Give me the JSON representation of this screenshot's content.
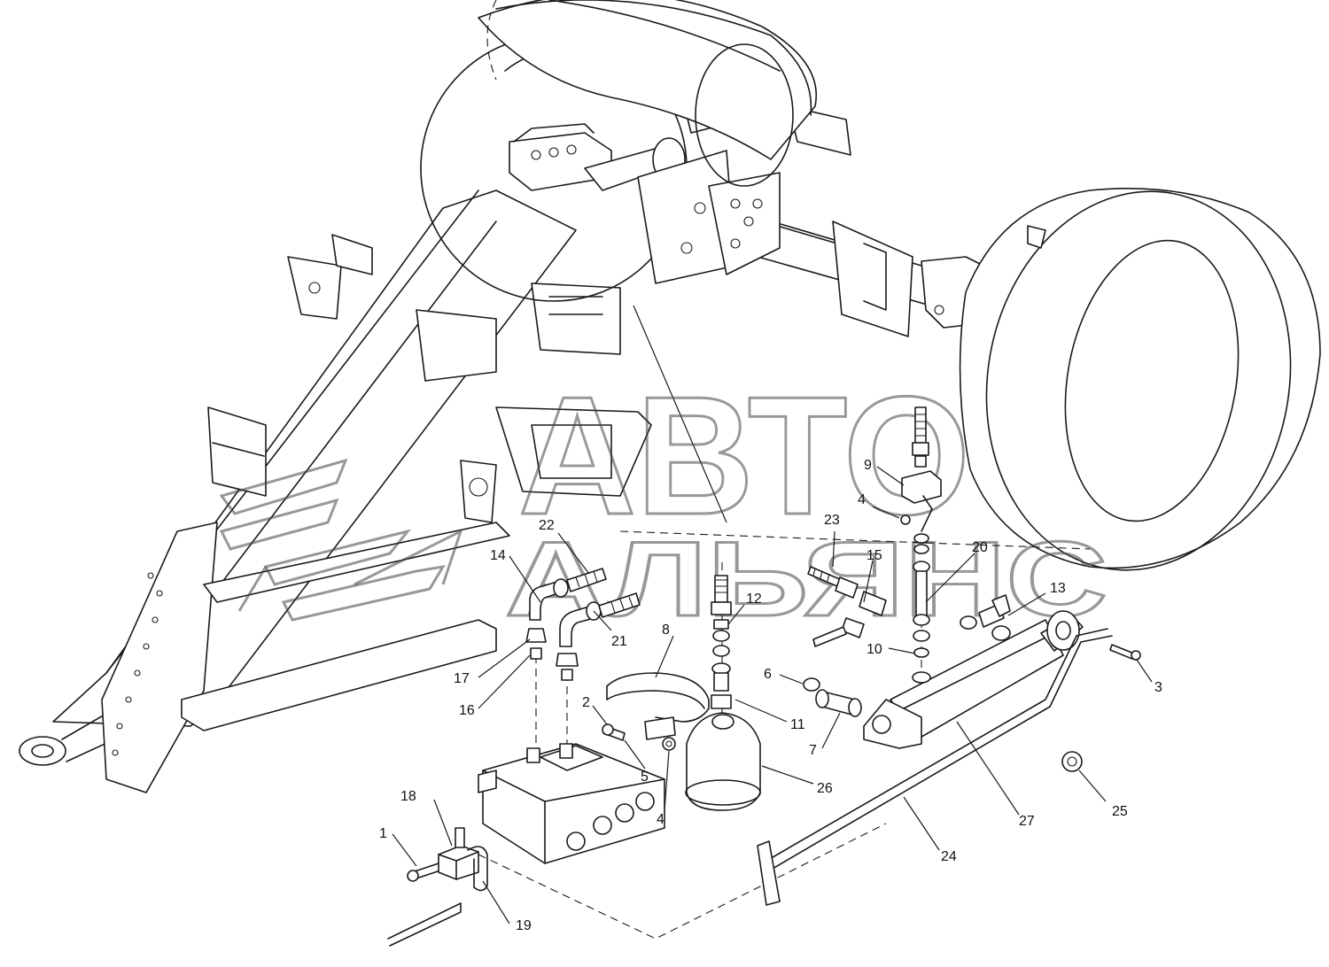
{
  "watermark": {
    "line1": "АВТО",
    "line2": "АЛЬЯНС"
  },
  "callouts": [
    {
      "id": "c1",
      "text": "1"
    },
    {
      "id": "c2",
      "text": "2"
    },
    {
      "id": "c3",
      "text": "3"
    },
    {
      "id": "c4a",
      "text": "4"
    },
    {
      "id": "c4b",
      "text": "4"
    },
    {
      "id": "c5",
      "text": "5"
    },
    {
      "id": "c6",
      "text": "6"
    },
    {
      "id": "c7",
      "text": "7"
    },
    {
      "id": "c8",
      "text": "8"
    },
    {
      "id": "c9",
      "text": "9"
    },
    {
      "id": "c10",
      "text": "10"
    },
    {
      "id": "c11",
      "text": "11"
    },
    {
      "id": "c12",
      "text": "12"
    },
    {
      "id": "c13",
      "text": "13"
    },
    {
      "id": "c14",
      "text": "14"
    },
    {
      "id": "c15",
      "text": "15"
    },
    {
      "id": "c16",
      "text": "16"
    },
    {
      "id": "c17",
      "text": "17"
    },
    {
      "id": "c18",
      "text": "18"
    },
    {
      "id": "c19",
      "text": "19"
    },
    {
      "id": "c20",
      "text": "20"
    },
    {
      "id": "c21",
      "text": "21"
    },
    {
      "id": "c22",
      "text": "22"
    },
    {
      "id": "c23",
      "text": "23"
    },
    {
      "id": "c24",
      "text": "24"
    },
    {
      "id": "c25",
      "text": "25"
    },
    {
      "id": "c26",
      "text": "26"
    },
    {
      "id": "c27",
      "text": "27"
    }
  ]
}
